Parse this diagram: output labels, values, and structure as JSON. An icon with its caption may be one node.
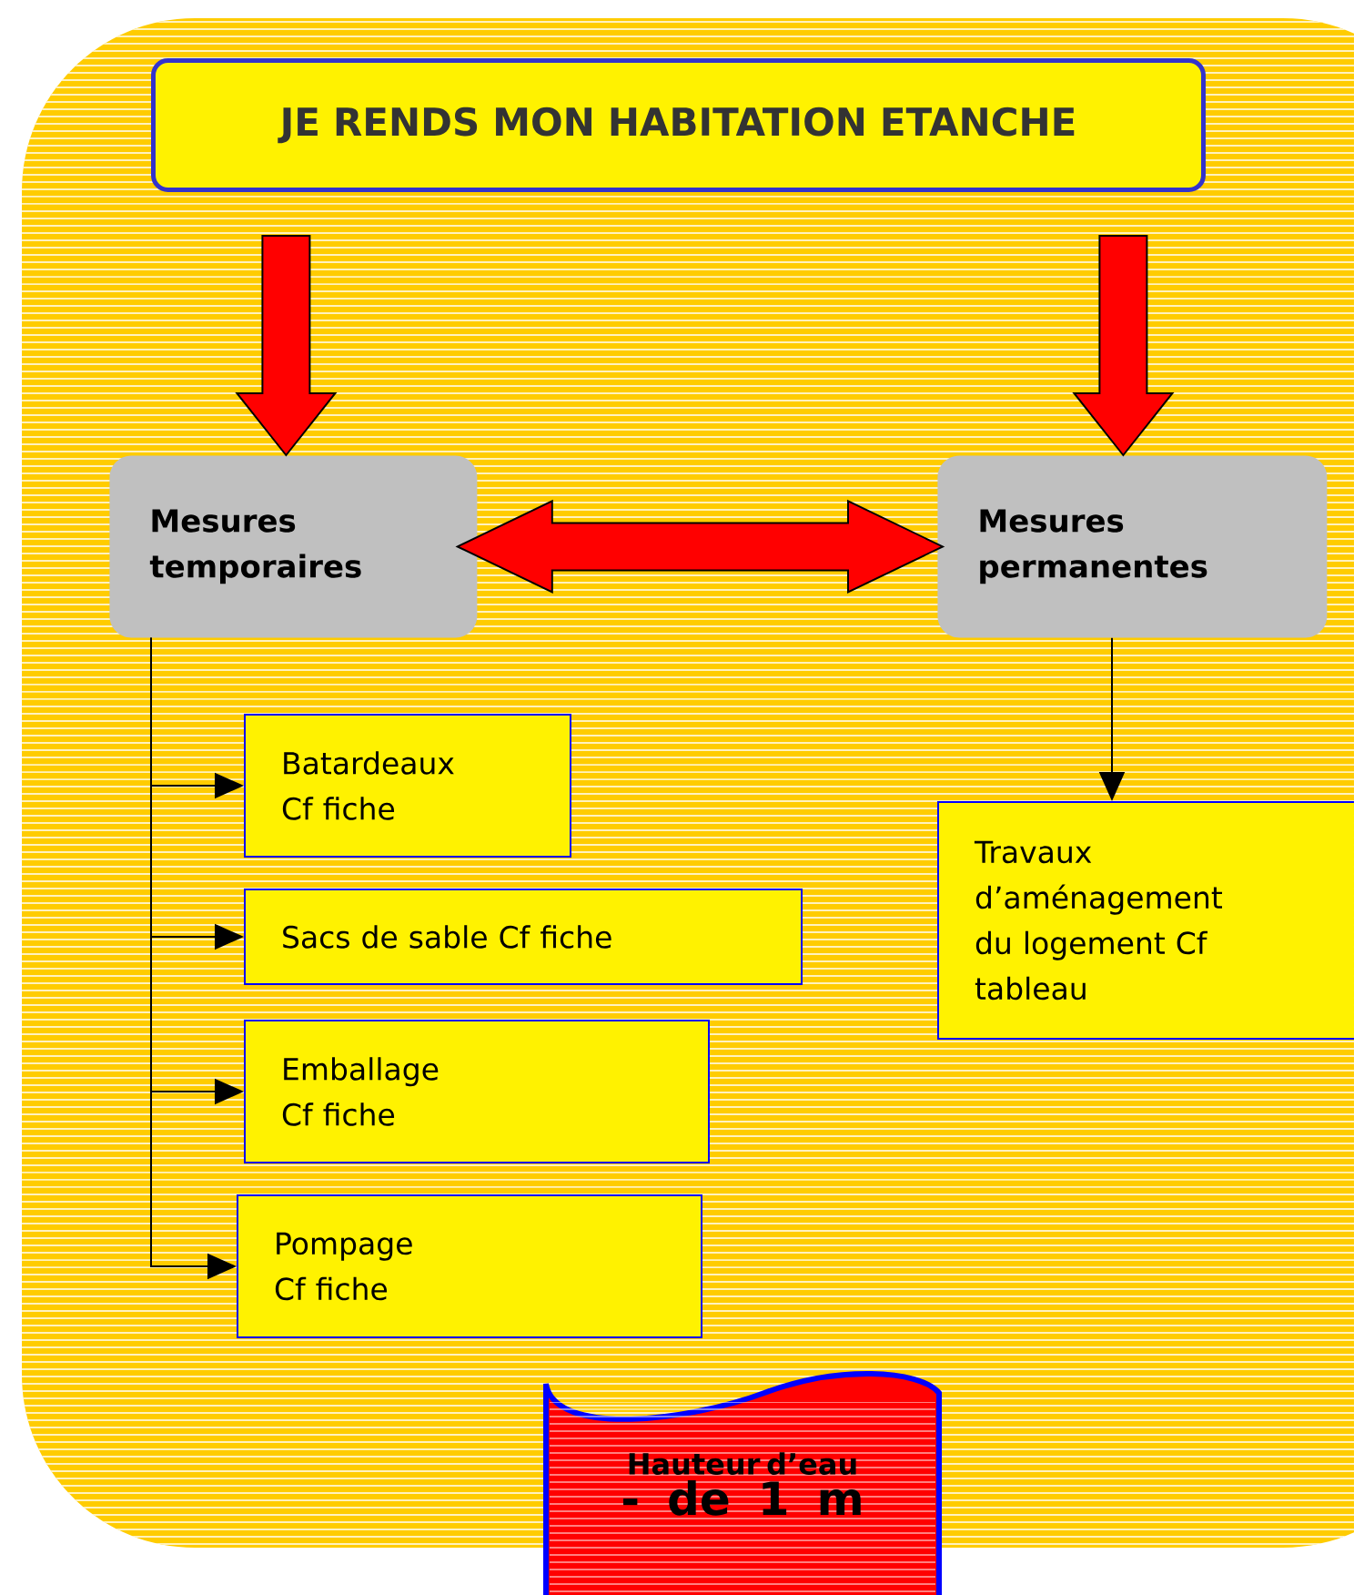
{
  "diagram": {
    "nodes": [
      {
        "text": [
          "JE RENDS MON HABITATION ETANCHE"
        ]
      },
      {
        "text": [
          "Mesures temporaires"
        ]
      },
      {
        "text": [
          "Mesures permanentes"
        ]
      },
      {
        "text": [
          "Batardeaux Cf fiche"
        ]
      },
      {
        "text": [
          "Sacs de sable Cf fiche"
        ]
      },
      {
        "text": [
          "Emballage Cf fiche"
        ]
      },
      {
        "text": [
          "Pompage Cf fiche"
        ]
      },
      {
        "text": [
          "Travaux d’aménagement du logement Cf tableau"
        ]
      },
      {
        "text": [
          "Hauteur d’eau",
          "- de 1 m"
        ]
      }
    ],
    "edges": [
      {
        "from": 0,
        "to": 1,
        "arrow": "to",
        "style": "thick",
        "color": "#ff0000"
      },
      {
        "from": 0,
        "to": 2,
        "arrow": "to",
        "style": "thick",
        "color": "#ff0000"
      },
      {
        "from": 1,
        "to": 2,
        "arrow": "both",
        "style": "thick",
        "color": "#ff0000"
      },
      {
        "from": 1,
        "to": 3,
        "arrow": "to"
      },
      {
        "from": 1,
        "to": 4,
        "arrow": "to"
      },
      {
        "from": 1,
        "to": 5,
        "arrow": "to"
      },
      {
        "from": 1,
        "to": 6,
        "arrow": "to"
      },
      {
        "from": 2,
        "to": 7,
        "arrow": "to"
      }
    ]
  }
}
